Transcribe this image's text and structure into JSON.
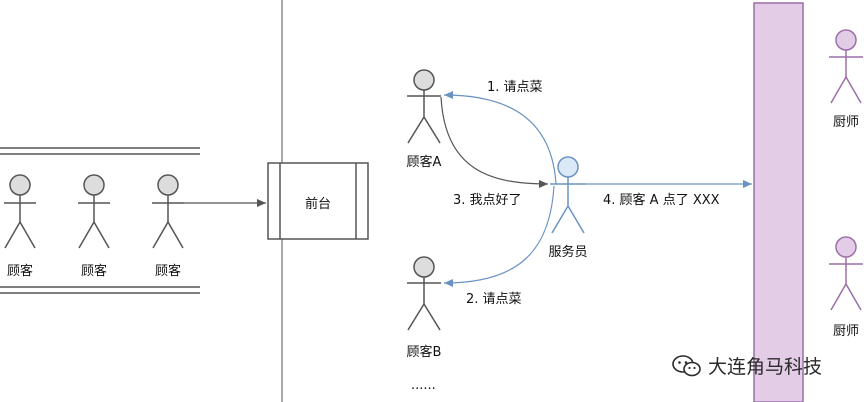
{
  "queue": {
    "customers": [
      "顾客",
      "顾客",
      "顾客"
    ]
  },
  "front_desk": {
    "label": "前台"
  },
  "customers": {
    "a": "顾客A",
    "b": "顾客B",
    "ellipsis": "......"
  },
  "waiter": {
    "label": "服务员"
  },
  "messages": {
    "ask_a": "1. 请点菜",
    "ask_b": "2. 请点菜",
    "reply_a": "3. 我点好了",
    "to_kitchen": "4. 顾客 A 点了 XXX"
  },
  "chefs": [
    "厨师",
    "厨师"
  ],
  "watermark": {
    "text": "大连角马科技"
  },
  "colors": {
    "line": "#555555",
    "waiter": "#6b93c2",
    "waiter_fill": "#dbe8f5",
    "kitchen_stroke": "#9b6fa8",
    "kitchen_fill": "#e3cde6",
    "arrow_blue": "#6b93c2"
  }
}
